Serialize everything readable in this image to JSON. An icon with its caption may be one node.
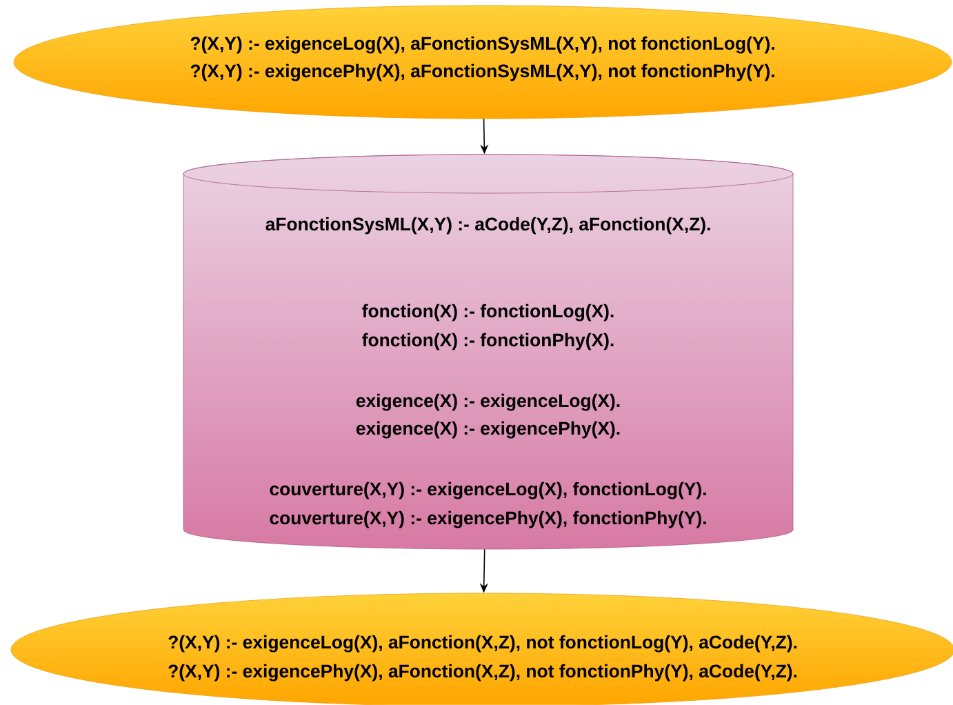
{
  "diagram": {
    "nodes": [
      {
        "text": [
          "?(X,Y) :- exigenceLog(X), aFonctionSysML(X,Y), not fonctionLog(Y).",
          "?(X,Y) :- exigencePhy(X), aFonctionSysML(X,Y), not fonctionPhy(Y)."
        ]
      },
      {
        "text": [
          "aFonctionSysML(X,Y) :- aCode(Y,Z), aFonction(X,Z).",
          "fonction(X) :- fonctionLog(X).",
          "fonction(X) :- fonctionPhy(X).",
          "exigence(X) :- exigenceLog(X).",
          "exigence(X) :- exigencePhy(X).",
          "couverture(X,Y) :- exigenceLog(X), fonctionLog(Y).",
          "couverture(X,Y) :- exigencePhy(X), fonctionPhy(Y)."
        ]
      },
      {
        "text": [
          "?(X,Y) :- exigenceLog(X), aFonction(X,Z), not fonctionLog(Y), aCode(Y,Z).",
          "?(X,Y) :- exigencePhy(X), aFonction(X,Z), not fonctionPhy(Y), aCode(Y,Z)."
        ]
      }
    ],
    "edges": [
      {
        "from": 0,
        "to": 1,
        "arrow": "to"
      },
      {
        "from": 1,
        "to": 2,
        "arrow": "to"
      }
    ]
  }
}
